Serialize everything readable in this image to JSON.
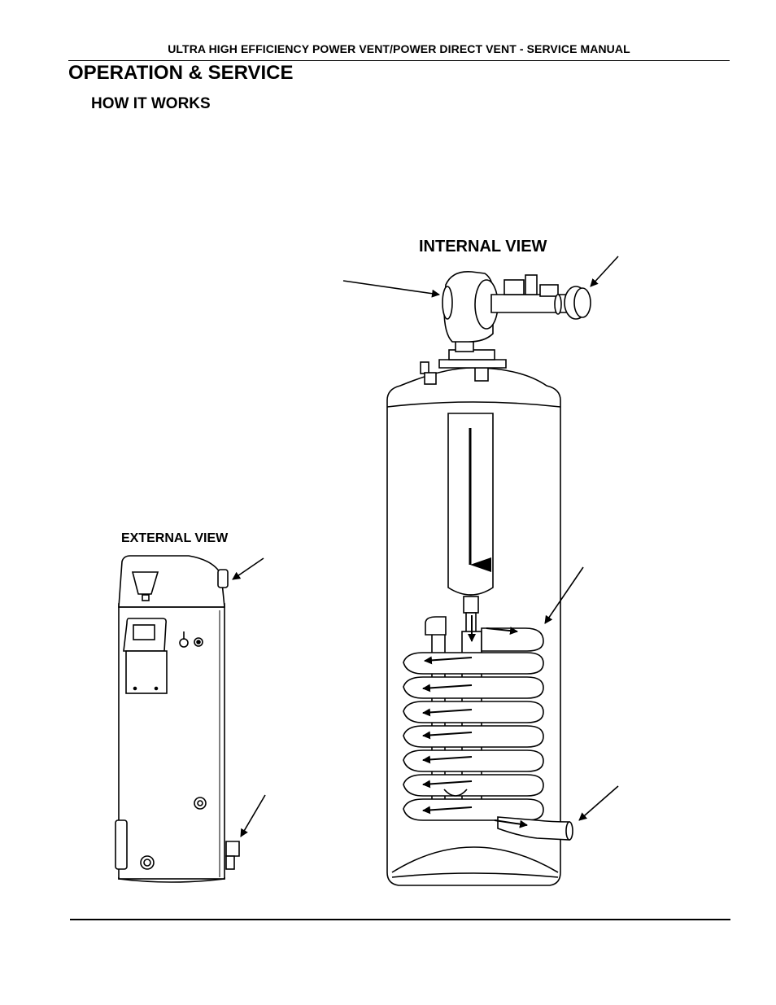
{
  "header": {
    "manual_title": "ULTRA HIGH EFFICIENCY POWER VENT/POWER DIRECT VENT - SERVICE MANUAL"
  },
  "section": {
    "title": "OPERATION & SERVICE",
    "subtitle": "HOW IT WORKS"
  },
  "figures": {
    "internal_view_label": "INTERNAL VIEW",
    "external_view_label": "EXTERNAL VIEW"
  }
}
